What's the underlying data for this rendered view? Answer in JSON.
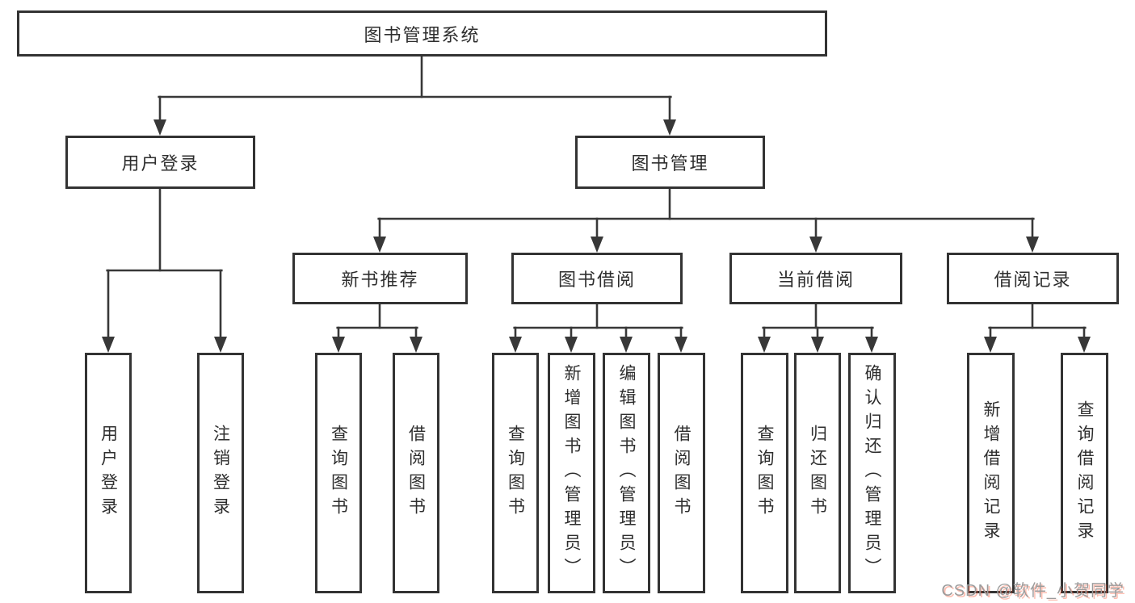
{
  "tree": {
    "label": "图书管理系统",
    "children": [
      {
        "label": "用户登录",
        "children": [
          {
            "label": "用户登录"
          },
          {
            "label": "注销登录"
          }
        ]
      },
      {
        "label": "图书管理",
        "children": [
          {
            "label": "新书推荐",
            "children": [
              {
                "label": "查询图书"
              },
              {
                "label": "借阅图书"
              }
            ]
          },
          {
            "label": "图书借阅",
            "children": [
              {
                "label": "查询图书"
              },
              {
                "label": "新增图书（管理员）"
              },
              {
                "label": "编辑图书（管理员）"
              },
              {
                "label": "借阅图书"
              }
            ]
          },
          {
            "label": "当前借阅",
            "children": [
              {
                "label": "查询图书"
              },
              {
                "label": "归还图书"
              },
              {
                "label": "确认归还（管理员）"
              }
            ]
          },
          {
            "label": "借阅记录",
            "children": [
              {
                "label": "新增借阅记录"
              },
              {
                "label": "查询借阅记录"
              }
            ]
          }
        ]
      }
    ]
  },
  "watermark": {
    "text": "CSDN @软件_小贺同学"
  },
  "colors": {
    "line": "#383838",
    "box_border": "#333333",
    "text": "#2e2e2e",
    "watermark_gray": "#9c9c9c",
    "watermark_red": "#fc5531"
  }
}
